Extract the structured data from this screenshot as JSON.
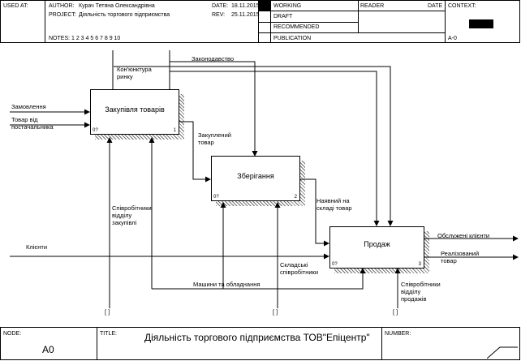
{
  "header": {
    "used_at_label": "USED AT:",
    "author_label": "AUTHOR:",
    "author": "Курач Тетяна Олександрівна",
    "project_label": "PROJECT:",
    "project": "Діяльність торгового підприємства",
    "date_label": "DATE:",
    "date": "18.11.2015",
    "rev_label": "REV:",
    "rev": "25.11.2015",
    "notes_label": "NOTES:",
    "notes_nums": "1  2  3  4  5  6  7  8  9  10",
    "status": [
      "WORKING",
      "DRAFT",
      "RECOMMENDED",
      "PUBLICATION"
    ],
    "reader_label": "READER",
    "reader_date_label": "DATE",
    "context_label": "CONTEXT:",
    "node_ref": "A-0"
  },
  "activities": [
    {
      "title": "Закупівля товарів",
      "num": "1",
      "cost": "0?"
    },
    {
      "title": "Зберігання",
      "num": "2",
      "cost": "0?"
    },
    {
      "title": "Продаж",
      "num": "3",
      "cost": "0?"
    }
  ],
  "arrows": {
    "konyunktura": "Кон'юнктура ринку",
    "zakonodavstvo": "Законодавство",
    "zamovlennia": "Замовлення",
    "tovar_vid": "Товар від постачальника",
    "zakupleniy": "Закуплений товар",
    "nayavniy": "Наявний на складі товар",
    "klienty": "Клієнти",
    "obsluzheni": "Обслужені клієнти",
    "realizovaniy": "Реалізований товар",
    "spivrob_zak": "Співробітники відділу закупівлі",
    "skladski": "Складські співробітники",
    "mashyny": "Машини та обладнання",
    "spivrob_prod": "Співробітники відділу продажів",
    "tunnel": "[ ]"
  },
  "footer": {
    "node_label": "NODE:",
    "node": "A0",
    "title_label": "TITLE:",
    "title": "Діяльність торгового  підприємства  ТОВ\"Епіцентр\"",
    "number_label": "NUMBER:"
  }
}
